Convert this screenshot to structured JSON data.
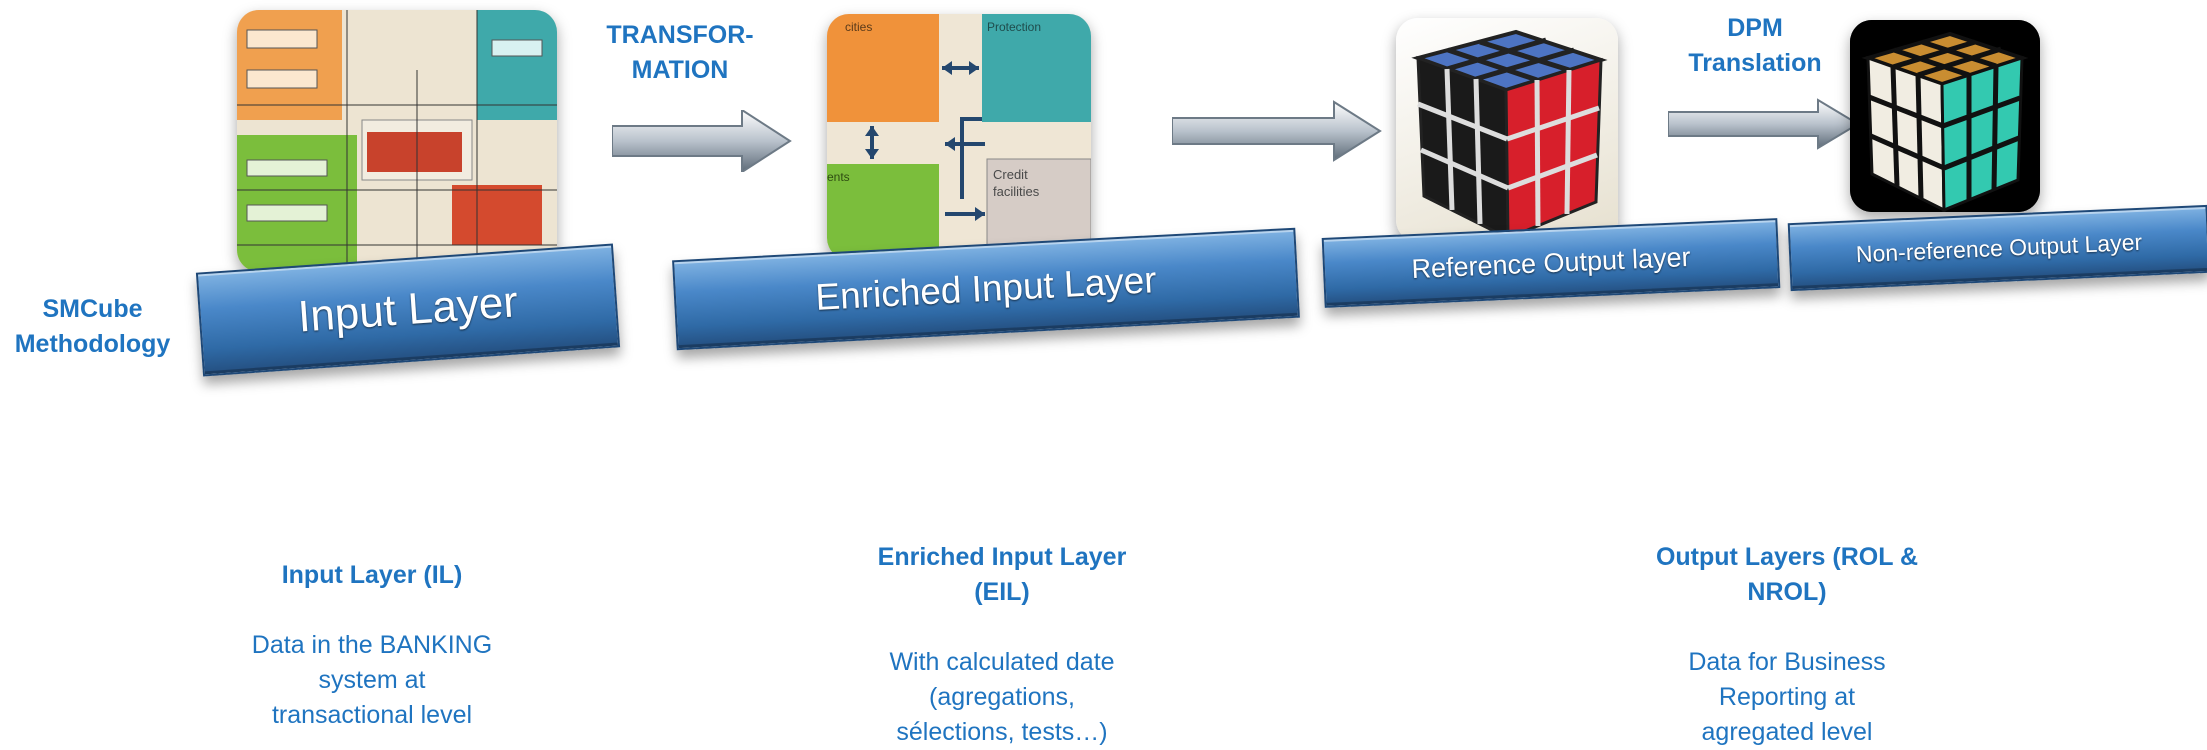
{
  "side_label": {
    "line1": "SMCube",
    "line2": "Methodology"
  },
  "transforms": {
    "transformation": {
      "line1": "TRANSFOR-",
      "line2": "MATION"
    },
    "dpm": {
      "line1": "DPM",
      "line2": "Translation"
    }
  },
  "layers": {
    "input": "Input Layer",
    "enriched": "Enriched Input Layer",
    "reference": "Reference Output layer",
    "nonreference": "Non-reference Output Layer"
  },
  "enriched_card_text": {
    "tl": "cities",
    "tr": "Protection",
    "bl": "ents",
    "br_line1": "Credit",
    "br_line2": "facilities"
  },
  "descriptions": {
    "il": {
      "title": "Input Layer (IL)",
      "lines": [
        "Data in the BANKING",
        "system at",
        "transactional level"
      ]
    },
    "eil": {
      "title_line1": "Enriched Input Layer",
      "title_line2": "(EIL)",
      "lines": [
        "With calculated date",
        "(agregations,",
        "sélections, tests…)"
      ]
    },
    "ol": {
      "title_line1": "Output Layers (ROL &",
      "title_line2": "NROL)",
      "lines": [
        "Data for Business",
        "Reporting at",
        "agregated level"
      ]
    }
  },
  "colors": {
    "accent": "#1f74c0",
    "bar_blue": "#3a74b4"
  }
}
